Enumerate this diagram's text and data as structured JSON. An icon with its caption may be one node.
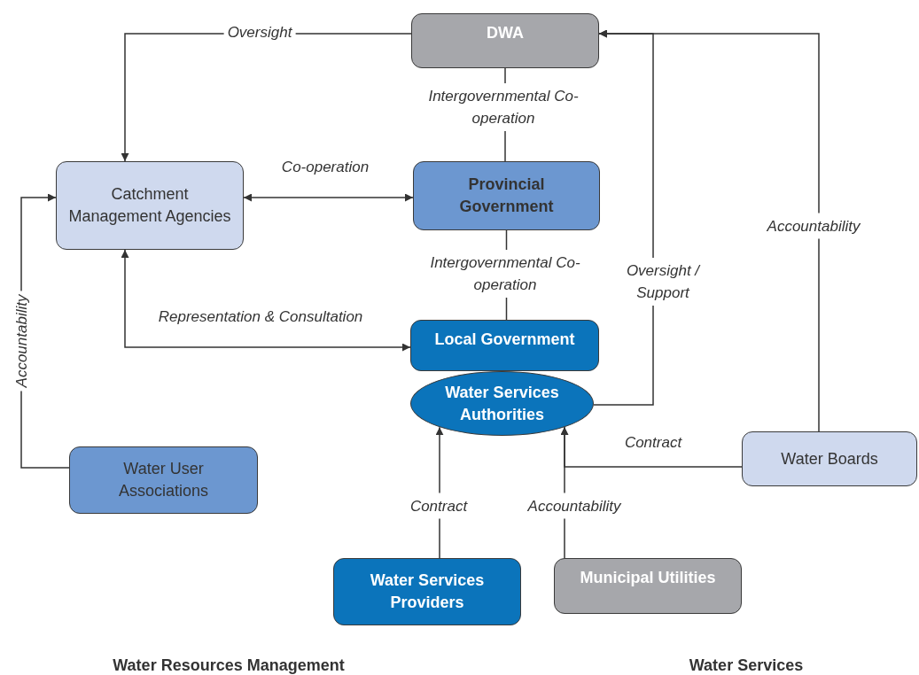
{
  "diagram": {
    "nodes": [
      {
        "text": [
          "DWA"
        ]
      },
      {
        "text": [
          "Catchment Management Agencies"
        ]
      },
      {
        "text": [
          "Provincial Government"
        ]
      },
      {
        "text": [
          "Local Government"
        ]
      },
      {
        "text": [
          "Water Services Authorities"
        ]
      },
      {
        "text": [
          "Water User Associations"
        ]
      },
      {
        "text": [
          "Water Boards"
        ]
      },
      {
        "text": [
          "Water Services Providers"
        ]
      },
      {
        "text": [
          "Municipal Utilities"
        ]
      }
    ],
    "edges": [
      {
        "from": 0,
        "to": 1,
        "arrow": "to",
        "label": "Oversight"
      },
      {
        "from": 1,
        "to": 2,
        "arrow": "both",
        "label": "Co-operation"
      },
      {
        "from": 0,
        "to": 2,
        "arrow": "none",
        "label": "Intergovernmental Co-operation"
      },
      {
        "from": 2,
        "to": 3,
        "arrow": "none",
        "label": "Intergovernmental Co-operation"
      },
      {
        "from": 1,
        "to": 3,
        "arrow": "both",
        "label": "Representation & Consultation"
      },
      {
        "from": 5,
        "to": 1,
        "arrow": "to",
        "label": "Accountability"
      },
      {
        "from": 4,
        "to": 0,
        "arrow": "to",
        "label": "Oversight / Support"
      },
      {
        "from": 6,
        "to": 0,
        "arrow": "to",
        "label": "Accountability"
      },
      {
        "from": 7,
        "to": 4,
        "arrow": "to",
        "label": "Contract"
      },
      {
        "from": 8,
        "to": 4,
        "arrow": "to",
        "label": "Accountability"
      },
      {
        "from": 6,
        "to": 4,
        "arrow": "to",
        "label": "Contract"
      }
    ],
    "labels": [
      "Water Resources Management",
      "Water Services"
    ]
  }
}
